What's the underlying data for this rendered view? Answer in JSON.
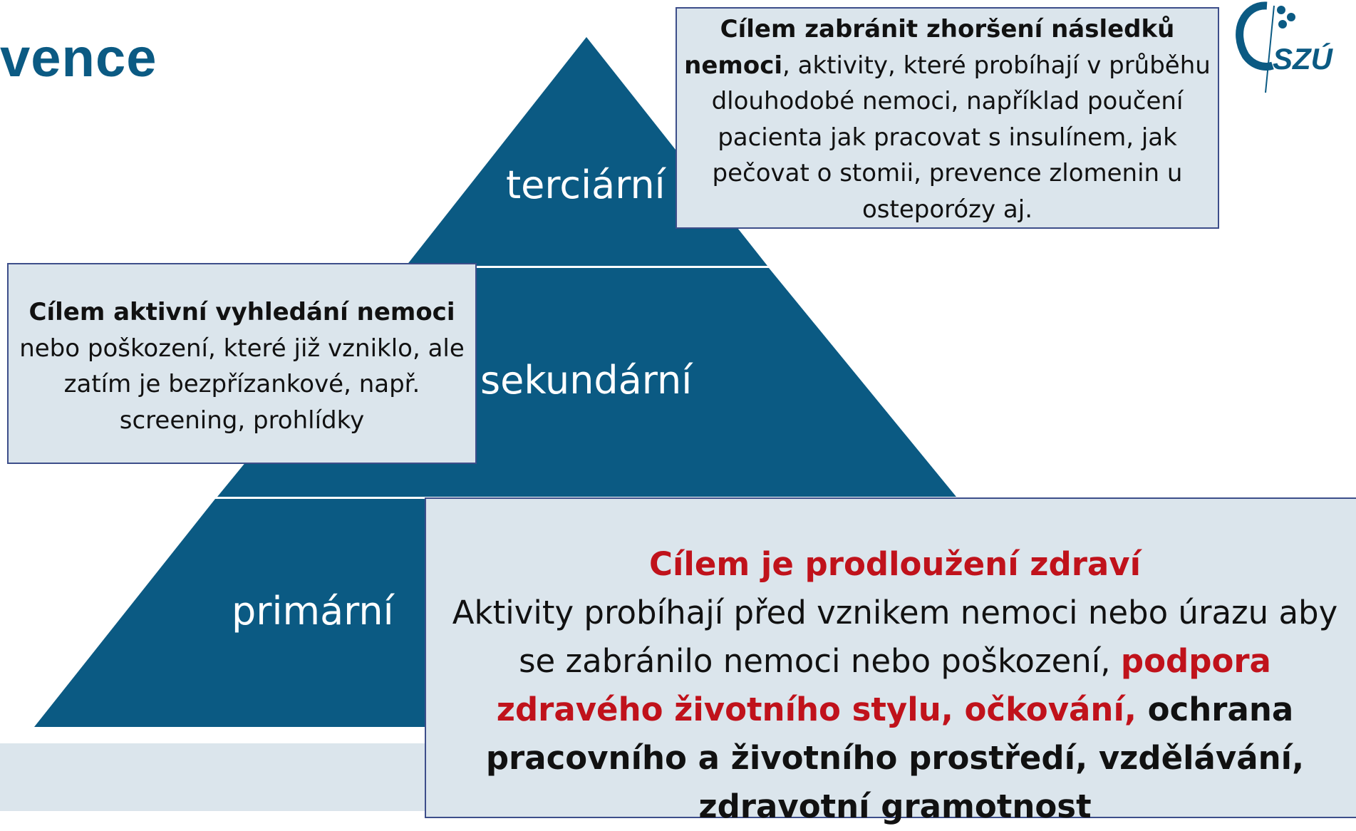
{
  "slide": {
    "title": "vence",
    "pyramid_color": "#0b5a83",
    "box_bg": "#dbe5ec"
  },
  "pyramid": {
    "levels": [
      {
        "label": "terciární"
      },
      {
        "label": "sekundární"
      },
      {
        "label": "primární"
      }
    ]
  },
  "tertiary": {
    "bold": "Cílem zabránit zhoršení následků nemoci",
    "text": ", aktivity, které probíhají v průběhu dlouhodobé nemoci, například poučení pacienta jak pracovat s insulínem, jak pečovat o stomii, prevence zlomenin u osteporózy aj."
  },
  "secondary": {
    "bold": "Cílem aktivní vyhledání nemoci",
    "text": "nebo poškození, které již vzniklo, ale zatím je bezpřízankové, např. screening, prohlídky"
  },
  "primary": {
    "heading": "Cílem je prodloužení zdraví",
    "text": "Aktivity probíhají před vznikem nemoci nebo úrazu aby se zabránilo nemoci nebo poškození, ",
    "red_bold": "podpora zdravého životního stylu, očkování,",
    "bold": " ochrana pracovního a životního prostředí, vzdělávání, zdravotní gramotnost"
  },
  "logo": {
    "text": "SZÚ",
    "icon": "szu-logo-icon"
  }
}
